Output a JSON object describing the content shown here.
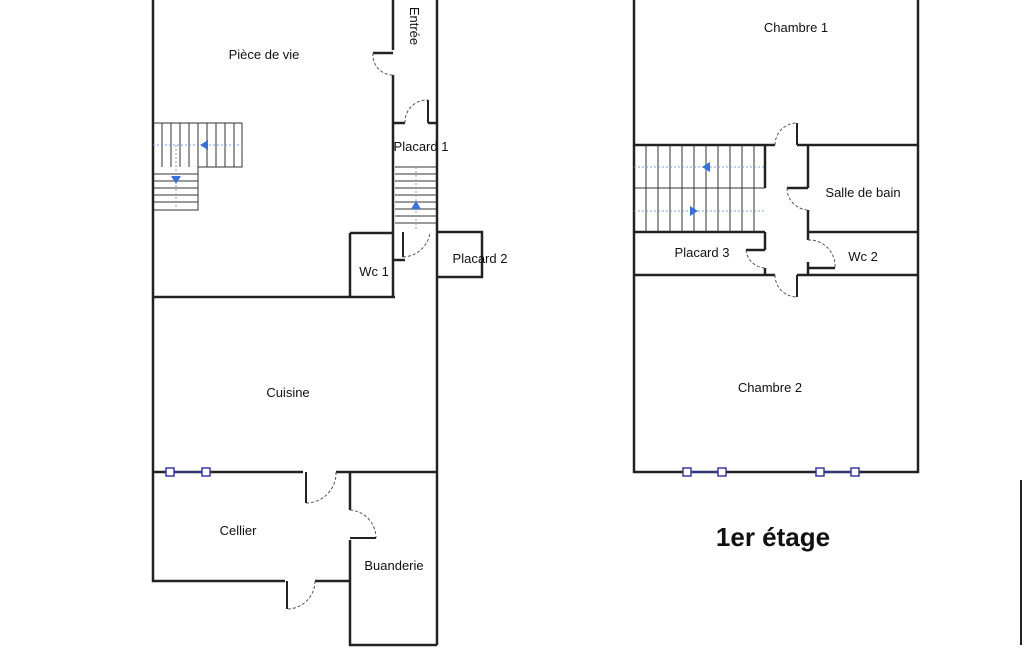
{
  "ground_floor": {
    "rooms": {
      "piece_de_vie": "Pièce de vie",
      "entree": "Entrée",
      "placard1": "Placard 1",
      "placard2": "Placard 2",
      "wc1": "Wc 1",
      "cuisine": "Cuisine",
      "cellier": "Cellier",
      "buanderie": "Buanderie"
    }
  },
  "first_floor": {
    "title": "1er étage",
    "rooms": {
      "chambre1": "Chambre 1",
      "salle_de_bain": "Salle de bain",
      "placard3": "Placard 3",
      "wc2": "Wc 2",
      "chambre2": "Chambre 2"
    }
  },
  "colors": {
    "wall": "#222222",
    "stair_arrow": "#3a6fd8",
    "window": "#3a3aa0"
  }
}
